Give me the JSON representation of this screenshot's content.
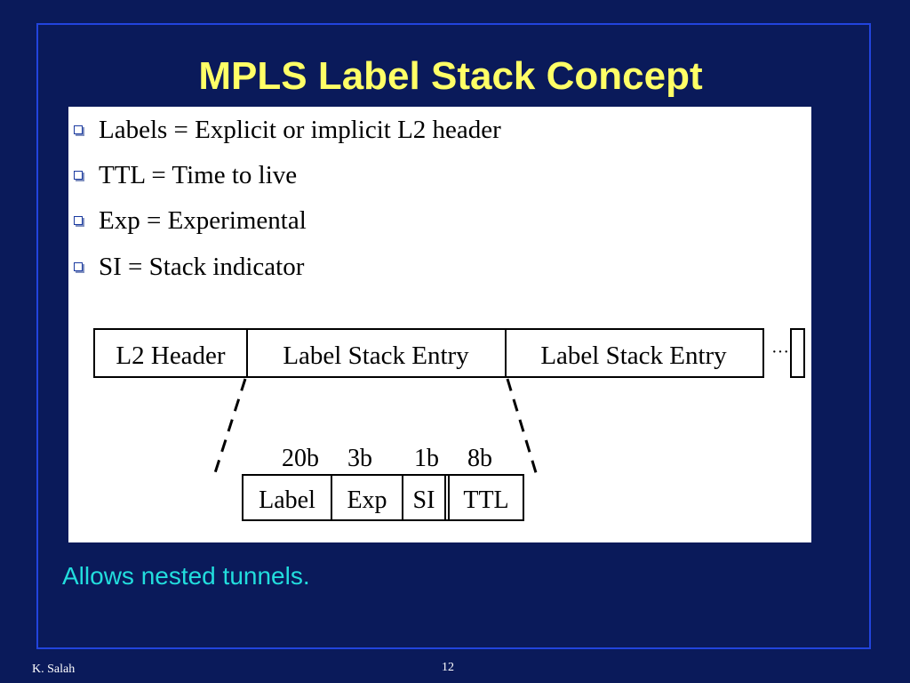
{
  "slide": {
    "title": "MPLS Label Stack Concept",
    "bullets": [
      "Labels = Explicit or implicit L2 header",
      "TTL = Time to live",
      "Exp = Experimental",
      "SI = Stack indicator"
    ],
    "caption": "Allows nested tunnels.",
    "author": "K. Salah",
    "page_number": "12"
  },
  "diagram": {
    "top_row": [
      "L2 Header",
      "Label Stack Entry",
      "Label Stack Entry"
    ],
    "ellipsis": "···",
    "bit_labels": [
      "20b",
      "3b",
      "1b",
      "8b"
    ],
    "fields": [
      "Label",
      "Exp",
      "SI",
      "TTL"
    ]
  },
  "colors": {
    "background": "#0a1a5a",
    "title": "#ffff66",
    "caption": "#22dddd",
    "bullet": "#1a3aa0",
    "frame": "#2244dd"
  }
}
